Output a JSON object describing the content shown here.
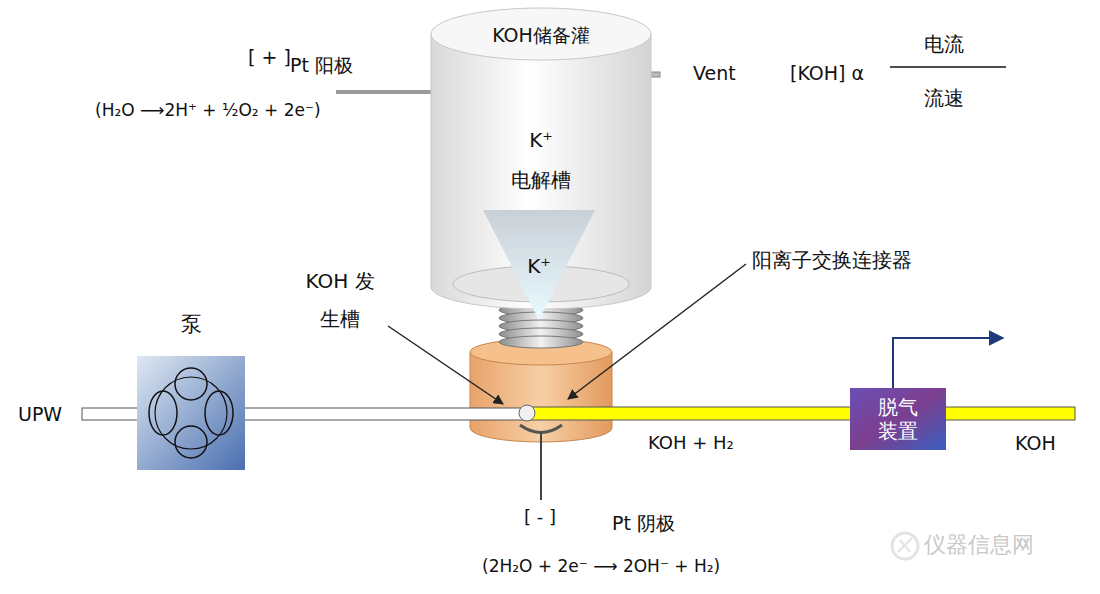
{
  "diagram": {
    "nodes": [
      {
        "text": [
          "KOH储备灌",
          "K⁺",
          "电解槽"
        ]
      },
      {
        "text": [
          "K⁺"
        ],
        "in": 0
      },
      {
        "text": [
          "泵"
        ]
      },
      {
        "text": [
          "脱气装置"
        ]
      }
    ],
    "labels": [
      "[ + ]",
      "Pt 阳极",
      "(H₂O ⟶2H⁺ + ½O₂ + 2e⁻)",
      "Vent",
      "[KOH] α",
      "电流",
      "流速",
      "KOH 发生槽",
      "阳离子交换连接器",
      "UPW",
      "KOH + H₂",
      "KOH",
      "[ - ]",
      "Pt 阴极",
      "(2H₂O + 2e⁻ ⟶ 2OH⁻ + H₂)",
      "仪器信息网"
    ]
  }
}
